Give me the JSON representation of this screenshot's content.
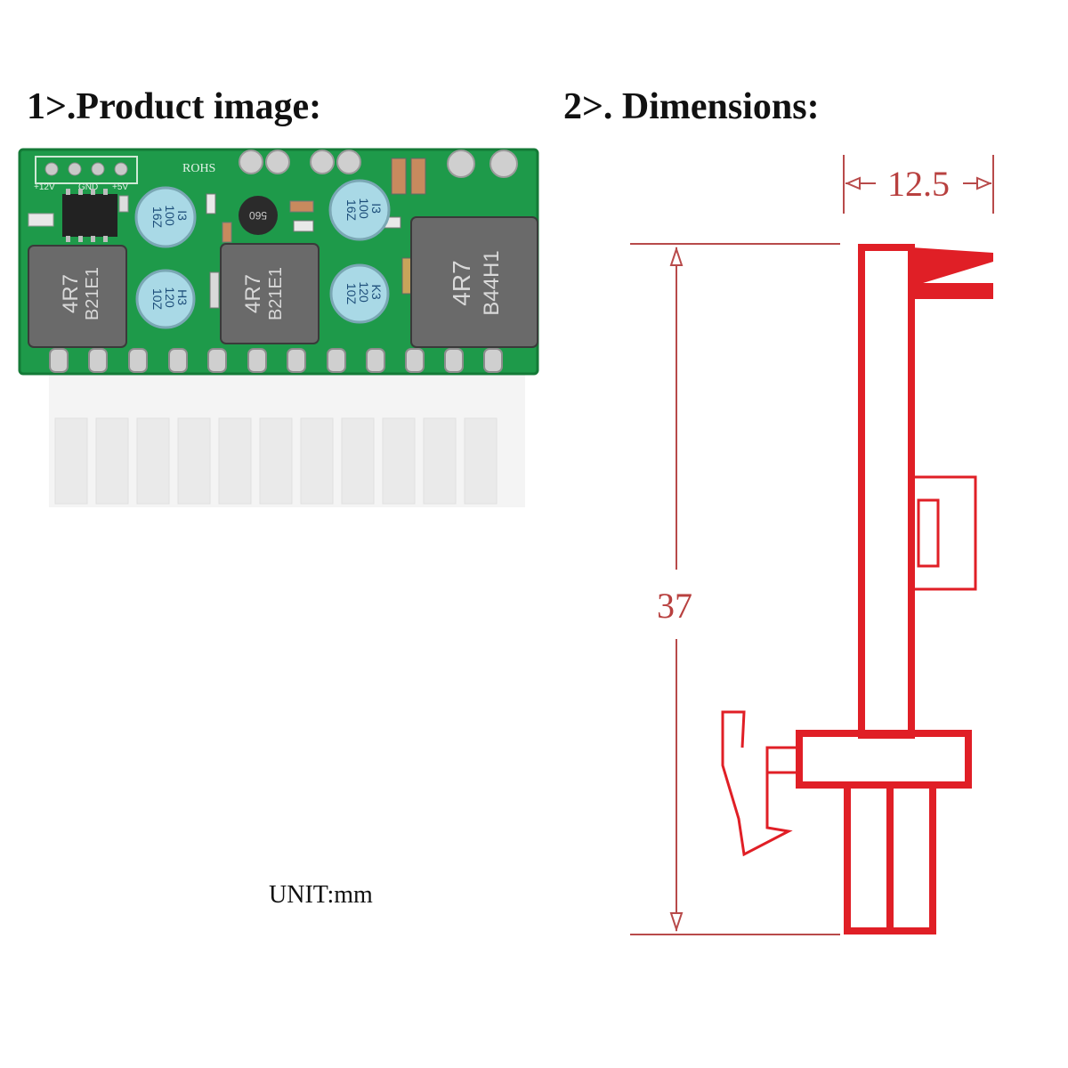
{
  "headings": {
    "product_image": "1>.Product image:",
    "dimensions": "2>. Dimensions:"
  },
  "dimensions": {
    "width": "12.5",
    "height": "37"
  },
  "unit_label": "UNIT:mm",
  "pcb": {
    "rohs": "ROHS",
    "pin_labels": [
      "+12V",
      "GND",
      "+5V"
    ],
    "inductor_marks": [
      "4R7",
      "B21E1",
      "4R7",
      "B21E1",
      "4R7",
      "B44H1"
    ],
    "capacitor_marks": [
      [
        "I3",
        "100",
        "16Z"
      ],
      [
        "I3",
        "100",
        "16Z"
      ],
      [
        "H3",
        "120",
        "10Z"
      ],
      [
        "K3",
        "120",
        "10Z"
      ]
    ],
    "small_inductor_mark": "560"
  },
  "colors": {
    "pcb_green": "#1e9a4a",
    "drawing_red": "#e01f26",
    "dimension_line": "#b84a4a"
  }
}
